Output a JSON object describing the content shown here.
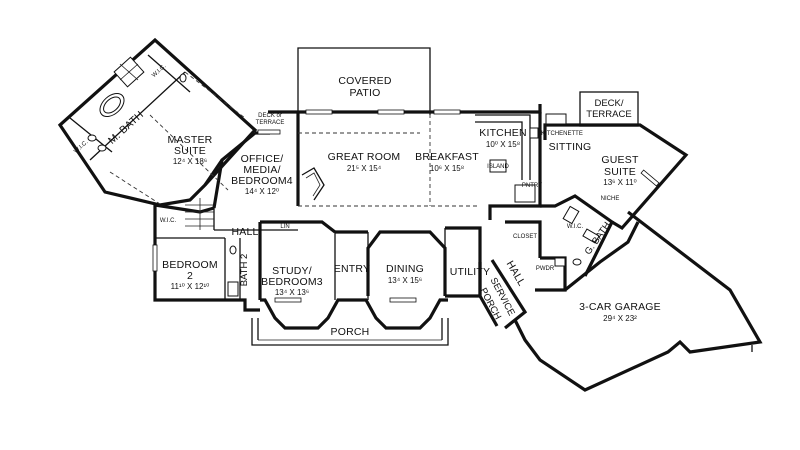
{
  "rooms": {
    "covered_patio": {
      "line1": "COVERED",
      "line2": "PATIO"
    },
    "master_bath": {
      "name": "M. BATH"
    },
    "master_suite": {
      "line1": "MASTER",
      "line2": "SUITE",
      "dims": "12⁴ X 18⁶"
    },
    "office": {
      "line1": "OFFICE/",
      "line2": "MEDIA/",
      "line3": "BEDROOM4",
      "dims": "14⁴ X 12⁰"
    },
    "great_room": {
      "name": "GREAT ROOM",
      "dims": "21⁵ X 15⁴"
    },
    "breakfast": {
      "name": "BREAKFAST",
      "dims": "10⁶ X 15⁸"
    },
    "kitchen": {
      "name": "KITCHEN",
      "dims": "10⁰ X 15⁸"
    },
    "deck_terrace_right": {
      "line1": "DECK/",
      "line2": "TERRACE"
    },
    "deck_terrace_left": {
      "line1": "DECK or",
      "line2": "TERRACE"
    },
    "sitting": {
      "name": "SITTING"
    },
    "guest_suite": {
      "line1": "GUEST",
      "line2": "SUITE",
      "dims": "13⁶ X 11⁰"
    },
    "g_bath": {
      "name": "G. BATH"
    },
    "hall_left": {
      "name": "HALL"
    },
    "hall_right": {
      "name": "HALL"
    },
    "bedroom2": {
      "line1": "BEDROOM",
      "line2": "2",
      "dims": "11¹⁰ X 12¹⁰"
    },
    "bath2": {
      "name": "BATH 2"
    },
    "study": {
      "line1": "STUDY/",
      "line2": "BEDROOM3",
      "dims": "13⁴ X 13⁶"
    },
    "entry": {
      "name": "ENTRY"
    },
    "dining": {
      "name": "DINING",
      "dims": "13⁴ X 15⁶"
    },
    "utility": {
      "name": "UTILITY"
    },
    "service_porch": {
      "line1": "SERVICE",
      "line2": "PORCH"
    },
    "garage": {
      "name": "3-CAR GARAGE",
      "dims": "29⁴ X 23²"
    },
    "porch": {
      "name": "PORCH"
    }
  },
  "labels": {
    "wic": "W.I.C.",
    "island": "ISLAND",
    "pantry": "PNTRY",
    "kitchenette": "KITCHENETTE",
    "closet": "CLOSET",
    "pwdr": "PWDR",
    "niche": "NICHE",
    "linen": "LIN"
  }
}
